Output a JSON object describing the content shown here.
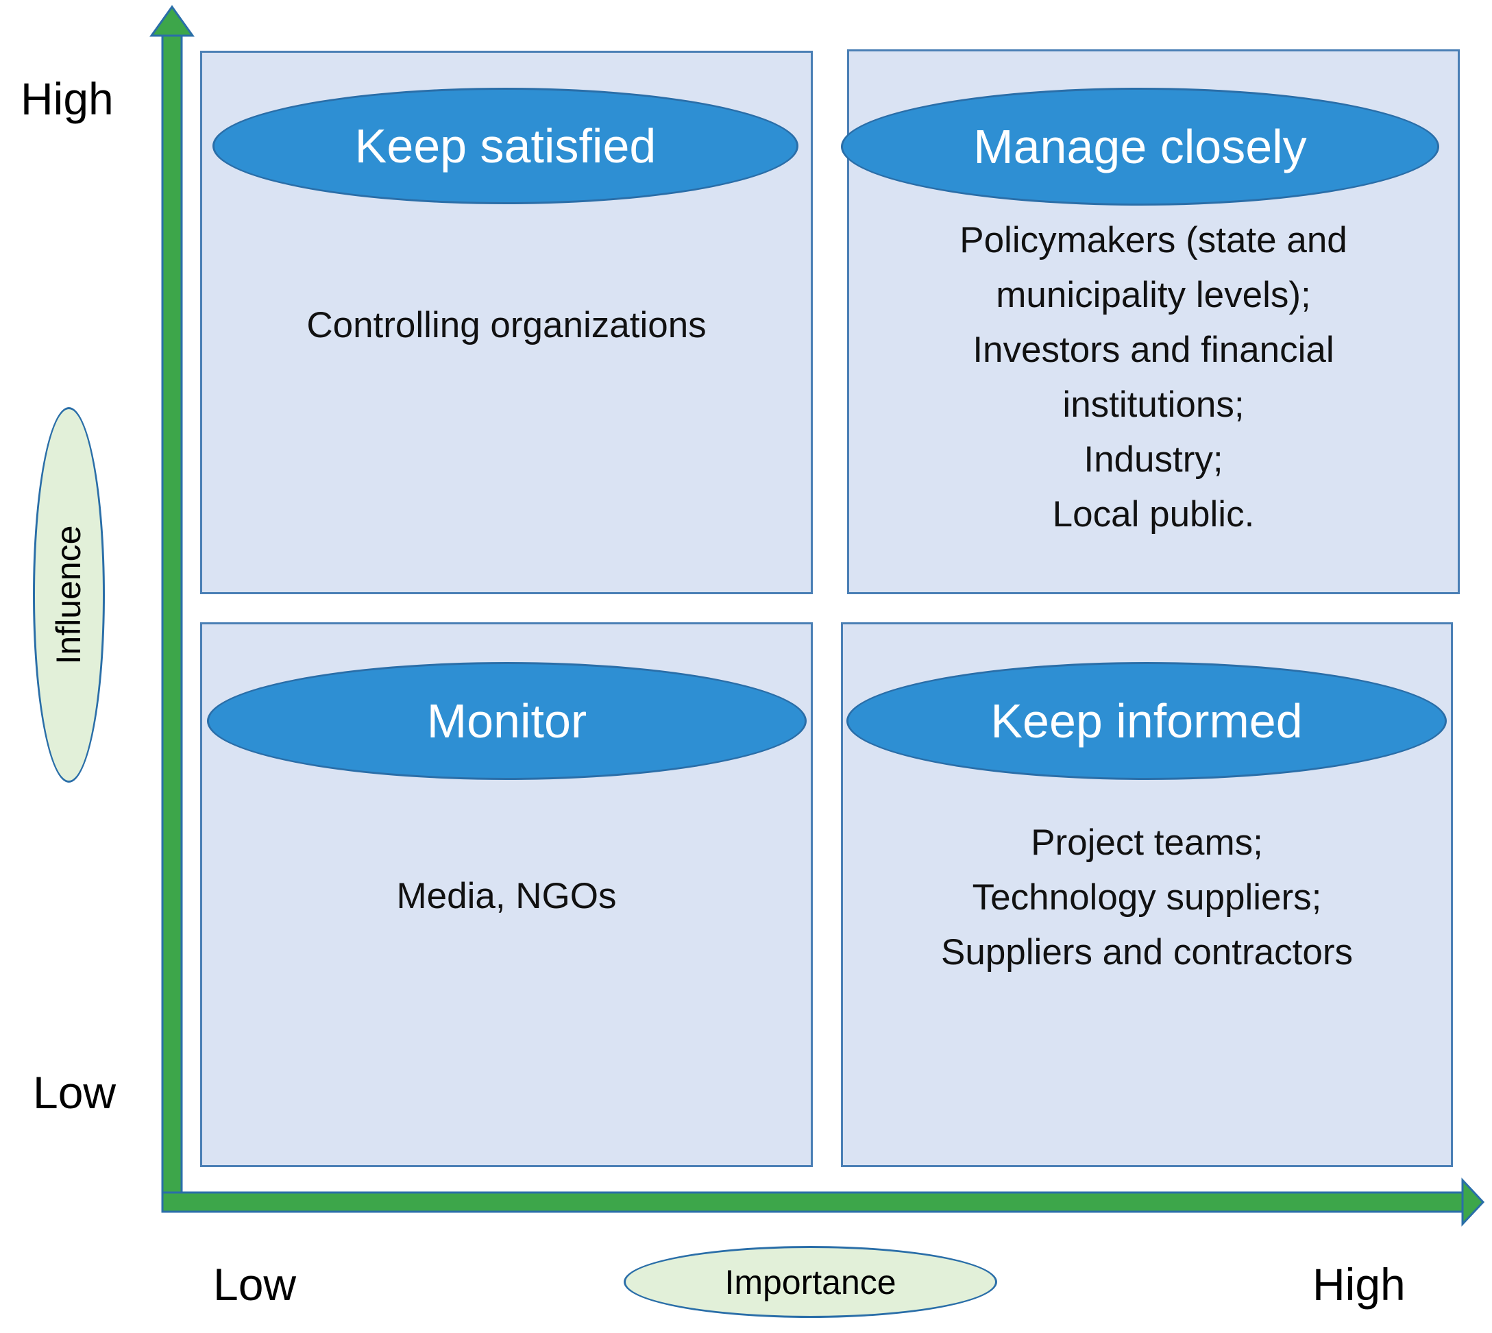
{
  "colors": {
    "quadrant_fill": "#dae3f3",
    "quadrant_border": "#4a7fb5",
    "title_ellipse_fill": "#2e8fd3",
    "axis_arrow": "#3da64a",
    "axis_label_ellipse_fill": "#e2f0d9"
  },
  "axes": {
    "y": {
      "title": "Influence",
      "high_label": "High",
      "low_label": "Low"
    },
    "x": {
      "title": "Importance",
      "low_label": "Low",
      "high_label": "High"
    }
  },
  "quadrants": {
    "top_left": {
      "title": "Keep satisfied",
      "lines": [
        "Controlling organizations"
      ]
    },
    "top_right": {
      "title": "Manage closely",
      "lines": [
        "Policymakers (state and",
        "municipality levels);",
        "Investors and financial",
        "institutions;",
        "Industry;",
        "Local public."
      ]
    },
    "bottom_left": {
      "title": "Monitor",
      "lines": [
        "Media, NGOs"
      ]
    },
    "bottom_right": {
      "title": "Keep informed",
      "lines": [
        "Project teams;",
        "Technology suppliers;",
        "Suppliers and contractors"
      ]
    }
  }
}
